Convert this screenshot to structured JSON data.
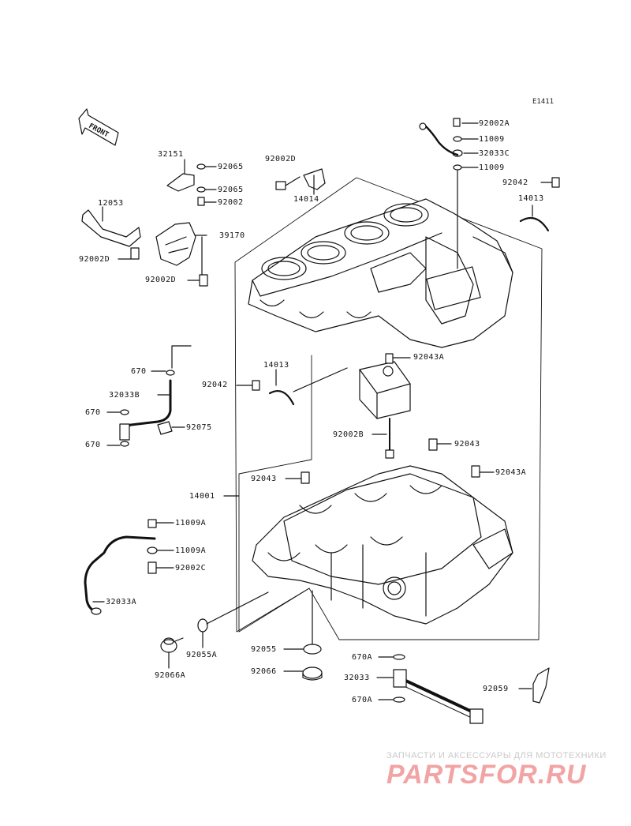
{
  "diagram_code": "E1411",
  "front_label": "FRONT",
  "parts": {
    "p92002A": "92002A",
    "p11009_a": "11009",
    "p32033C": "32033C",
    "p11009_b": "11009",
    "p92042_top": "92042",
    "p14013_top": "14013",
    "p32151": "32151",
    "p92065_a": "92065",
    "p92065_b": "92065",
    "p92002": "92002",
    "p92002D_mid": "92002D",
    "p14014": "14014",
    "p12053": "12053",
    "p39170": "39170",
    "p92002D_left": "92002D",
    "p92002D_low": "92002D",
    "p670_a": "670",
    "p32033B": "32033B",
    "p670_b": "670",
    "p670_c": "670",
    "p92075": "92075",
    "p92042_mid": "92042",
    "p14013_mid": "14013",
    "p92043A_top": "92043A",
    "p92002B": "92002B",
    "p92043_right": "92043",
    "p92043A_right": "92043A",
    "p92043_left": "92043",
    "p14001": "14001",
    "p11009A_a": "11009A",
    "p11009A_b": "11009A",
    "p92002C": "92002C",
    "p32033A": "32033A",
    "p92055A": "92055A",
    "p92055": "92055",
    "p92066": "92066",
    "p92066A": "92066A",
    "p670A_a": "670A",
    "p32033": "32033",
    "p670A_b": "670A",
    "p92059": "92059"
  },
  "watermark": {
    "tagline": "ЗАПЧАСТИ И АКСЕССУАРЫ ДЛЯ МОТОТЕХНИКИ",
    "logo": "PARTSFOR.RU"
  }
}
